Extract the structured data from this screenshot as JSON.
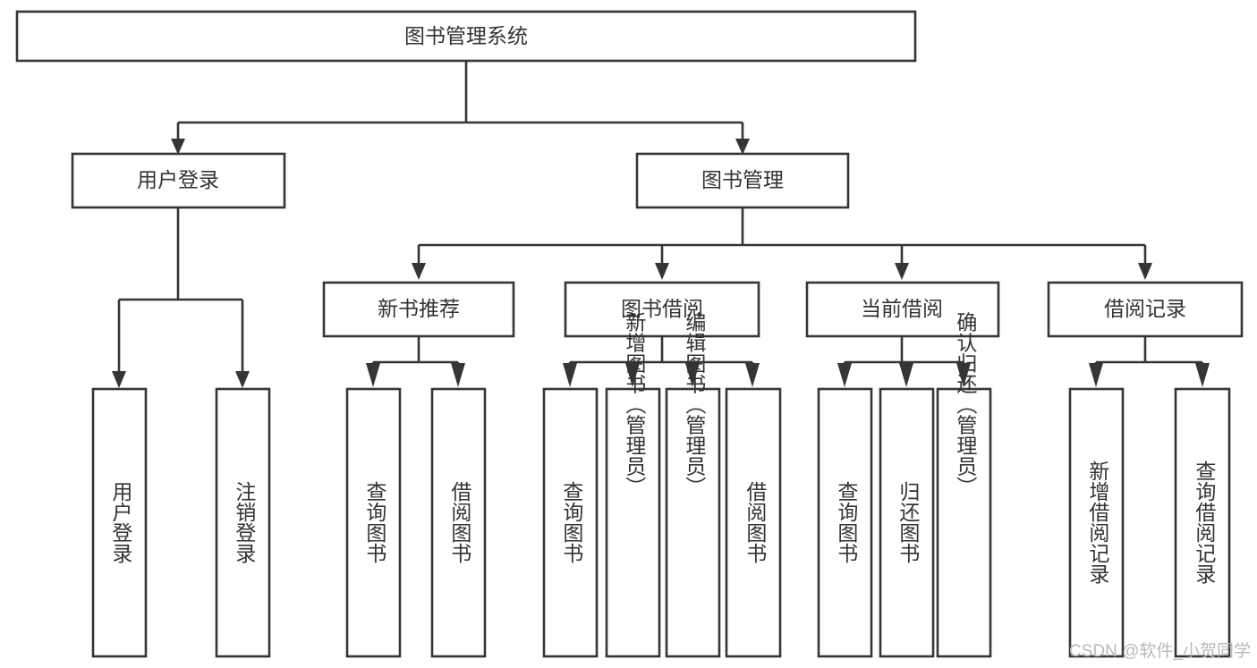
{
  "diagram": {
    "type": "tree-hierarchy-chart",
    "title": "图书管理系统",
    "colors": {
      "background": "#ffffff",
      "box_stroke": "#353535",
      "box_fill": "#ffffff",
      "text": "#333333",
      "watermark": "#b9b9b9"
    },
    "root": {
      "label": "图书管理系统"
    },
    "level2": [
      {
        "label": "用户登录"
      },
      {
        "label": "图书管理"
      }
    ],
    "level3": [
      {
        "label": "新书推荐"
      },
      {
        "label": "图书借阅"
      },
      {
        "label": "当前借阅"
      },
      {
        "label": "借阅记录"
      }
    ],
    "leaves": {
      "user_login": [
        {
          "label": "用户登录"
        },
        {
          "label": "注销登录"
        }
      ],
      "new_book_recommend": [
        {
          "label": "查询图书"
        },
        {
          "label": "借阅图书"
        }
      ],
      "book_borrow": [
        {
          "label": "查询图书"
        },
        {
          "label": "新增图书（管理员）"
        },
        {
          "label": "编辑图书（管理员）"
        },
        {
          "label": "借阅图书"
        }
      ],
      "current_borrow": [
        {
          "label": "查询图书"
        },
        {
          "label": "归还图书"
        },
        {
          "label": "确认归还（管理员）"
        }
      ],
      "borrow_record": [
        {
          "label": "新增借阅记录"
        },
        {
          "label": "查询借阅记录"
        }
      ]
    },
    "watermark": "CSDN @软件_小贺同学"
  }
}
